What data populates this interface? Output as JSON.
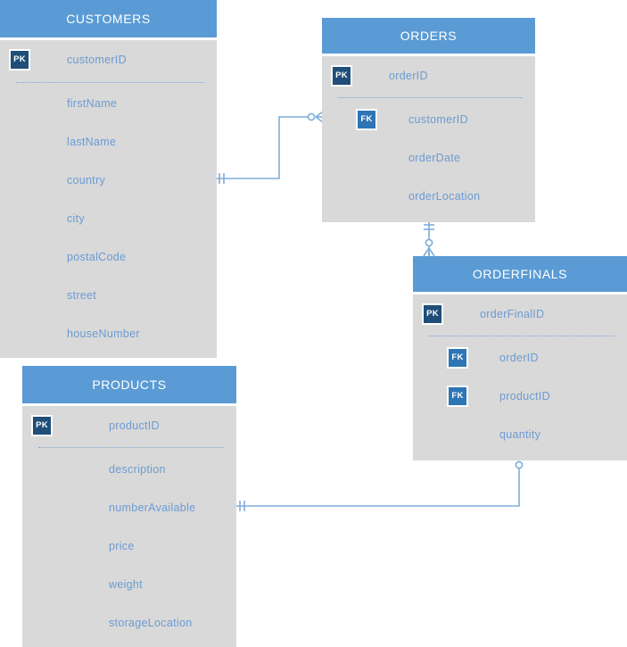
{
  "diagram": {
    "type": "entity-relationship-diagram",
    "notation": "crows-foot",
    "colors": {
      "header": "#5b9bd5",
      "body": "#d9d9d9",
      "field_text": "#6b9bd2",
      "pk_badge": "#1f4e79",
      "fk_badge": "#2e75b6",
      "connector": "#7eaedb",
      "background": "#ffffff"
    }
  },
  "entities": [
    {
      "id": "customers",
      "title": "CUSTOMERS",
      "fields": [
        {
          "name": "customerID",
          "key": "PK"
        },
        {
          "name": "firstName",
          "key": ""
        },
        {
          "name": "lastName",
          "key": ""
        },
        {
          "name": "country",
          "key": ""
        },
        {
          "name": "city",
          "key": ""
        },
        {
          "name": "postalCode",
          "key": ""
        },
        {
          "name": "street",
          "key": ""
        },
        {
          "name": "houseNumber",
          "key": ""
        }
      ]
    },
    {
      "id": "orders",
      "title": "ORDERS",
      "fields": [
        {
          "name": "orderID",
          "key": "PK"
        },
        {
          "name": "customerID",
          "key": "FK"
        },
        {
          "name": "orderDate",
          "key": ""
        },
        {
          "name": "orderLocation",
          "key": ""
        }
      ]
    },
    {
      "id": "orderfinals",
      "title": "ORDERFINALS",
      "fields": [
        {
          "name": "orderFinalID",
          "key": "PK"
        },
        {
          "name": "orderID",
          "key": "FK"
        },
        {
          "name": "productID",
          "key": "FK"
        },
        {
          "name": "quantity",
          "key": ""
        }
      ]
    },
    {
      "id": "products",
      "title": "PRODUCTS",
      "fields": [
        {
          "name": "productID",
          "key": "PK"
        },
        {
          "name": "description",
          "key": ""
        },
        {
          "name": "numberAvailable",
          "key": ""
        },
        {
          "name": "price",
          "key": ""
        },
        {
          "name": "weight",
          "key": ""
        },
        {
          "name": "storageLocation",
          "key": ""
        }
      ]
    }
  ],
  "relationships": [
    {
      "id": "customers-orders",
      "from": "customers",
      "to": "orders",
      "from_cardinality": "one-and-only-one",
      "to_cardinality": "zero-or-many"
    },
    {
      "id": "orders-orderfinals",
      "from": "orders",
      "to": "orderfinals",
      "from_cardinality": "one-and-only-one",
      "to_cardinality": "zero-or-many"
    },
    {
      "id": "products-orderfinals",
      "from": "products",
      "to": "orderfinals",
      "from_cardinality": "one-and-only-one",
      "to_cardinality": "zero-or-many"
    }
  ]
}
